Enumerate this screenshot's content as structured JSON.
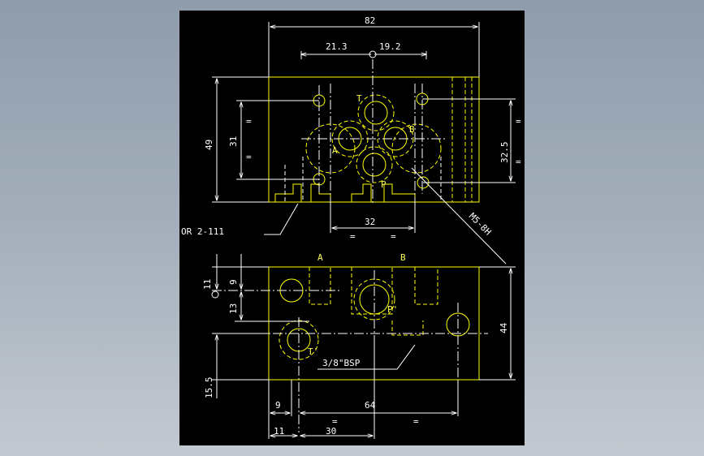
{
  "drawing": {
    "dims": {
      "overall_width": "82",
      "left_offset": "21.3",
      "right_offset": "19.2",
      "height_49": "49",
      "height_31": "31",
      "height_32_5": "32.5",
      "port_spacing_32": "32",
      "dim_11_v": "11",
      "dim_9_v": "9",
      "dim_13": "13",
      "dim_44": "44",
      "dim_15_5": "15.5",
      "dim_9_h": "9",
      "dim_64": "64",
      "dim_11_h": "11",
      "dim_30": "30"
    },
    "equals": "=",
    "callouts": {
      "oring": "OR 2-111",
      "screw": "M5-8H",
      "thread": "3/8\"BSP"
    },
    "ports": {
      "top_t": "T",
      "top_a": "A",
      "top_b": "B",
      "top_p": "P",
      "side_a": "A",
      "side_b": "B",
      "side_p": "P'",
      "side_t": "T'"
    },
    "colors": {
      "background": "#000000",
      "outline": "#ffff00",
      "dimension": "#ffffff",
      "port_label": "#ffff55"
    }
  }
}
